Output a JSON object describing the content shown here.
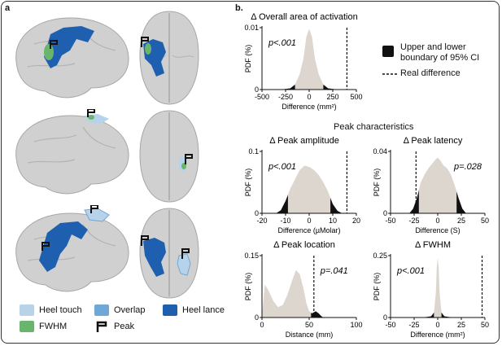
{
  "panels": {
    "a": "a",
    "b": "b."
  },
  "legend_a": {
    "heel_touch": "Heel touch",
    "overlap": "Overlap",
    "heel_lance": "Heel lance",
    "fwhm": "FWHM",
    "peak": "Peak",
    "colors": {
      "heel_touch": "#b7d3ea",
      "overlap": "#6fa8d6",
      "heel_lance": "#1f5fb0",
      "fwhm": "#69b56b",
      "peak": "#111111"
    }
  },
  "legend_b": {
    "ci": "Upper and lower boundary of 95% CI",
    "ci_line1": "Upper and lower",
    "ci_line2": "boundary of 95% CI",
    "real": "Real difference"
  },
  "section_title": "Peak characteristics",
  "chart_data": [
    {
      "type": "area",
      "title": "Δ Overall area of activation",
      "xlabel": "Difference (mm²)",
      "ylabel": "PDF (%)",
      "xlim": [
        -500,
        500
      ],
      "ylim": [
        0,
        0.01
      ],
      "xticks": [
        "-500",
        "-250",
        "0",
        "250",
        "500"
      ],
      "yticks": [
        "0",
        "0.01"
      ],
      "annotation": "p<.001",
      "real_difference": 400,
      "ci": [
        -150,
        150
      ],
      "density": [
        [
          -300,
          0
        ],
        [
          -200,
          0.0002
        ],
        [
          -150,
          0.0008
        ],
        [
          -100,
          0.0025
        ],
        [
          -60,
          0.005
        ],
        [
          -30,
          0.0085
        ],
        [
          0,
          0.0098
        ],
        [
          30,
          0.0085
        ],
        [
          60,
          0.005
        ],
        [
          100,
          0.0025
        ],
        [
          150,
          0.0008
        ],
        [
          200,
          0.0002
        ],
        [
          300,
          0
        ]
      ]
    },
    {
      "type": "area",
      "title": "Δ Peak amplitude",
      "xlabel": "Difference (µMolar)",
      "ylabel": "PDF (%)",
      "xlim": [
        -20,
        20
      ],
      "ylim": [
        0,
        0.1
      ],
      "xticks": [
        "-20",
        "-10",
        "0",
        "10",
        "20"
      ],
      "yticks": [
        "0",
        "0.1"
      ],
      "annotation": "p<.001",
      "real_difference": 16,
      "ci": [
        -9,
        9
      ],
      "density": [
        [
          -14,
          0
        ],
        [
          -12,
          0.005
        ],
        [
          -10,
          0.02
        ],
        [
          -8,
          0.04
        ],
        [
          -6,
          0.055
        ],
        [
          -4,
          0.07
        ],
        [
          -2,
          0.077
        ],
        [
          0,
          0.075
        ],
        [
          2,
          0.07
        ],
        [
          4,
          0.062
        ],
        [
          6,
          0.05
        ],
        [
          8,
          0.035
        ],
        [
          10,
          0.015
        ],
        [
          12,
          0.004
        ],
        [
          14,
          0
        ]
      ]
    },
    {
      "type": "area",
      "title": "Δ Peak latency",
      "xlabel": "Difference (S)",
      "ylabel": "PDF (%)",
      "xlim": [
        -50,
        50
      ],
      "ylim": [
        0,
        0.04
      ],
      "xticks": [
        "-50",
        "-25",
        "0",
        "25",
        "50"
      ],
      "yticks": [
        "0",
        "0.04"
      ],
      "annotation": "p=.028",
      "real_difference": -23,
      "ci": [
        -20,
        20
      ],
      "density": [
        [
          -30,
          0
        ],
        [
          -26,
          0.003
        ],
        [
          -22,
          0.01
        ],
        [
          -18,
          0.02
        ],
        [
          -14,
          0.025
        ],
        [
          -10,
          0.029
        ],
        [
          -6,
          0.032
        ],
        [
          -2,
          0.035
        ],
        [
          0,
          0.036
        ],
        [
          3,
          0.034
        ],
        [
          6,
          0.031
        ],
        [
          10,
          0.029
        ],
        [
          14,
          0.025
        ],
        [
          18,
          0.018
        ],
        [
          22,
          0.01
        ],
        [
          26,
          0.003
        ],
        [
          30,
          0
        ]
      ]
    },
    {
      "type": "area",
      "title": "Δ Peak location",
      "xlabel": "Distance (mm)",
      "ylabel": "PDF (%)",
      "xlim": [
        0,
        100
      ],
      "ylim": [
        0,
        0.15
      ],
      "xticks": [
        "0",
        "50",
        "100"
      ],
      "yticks": [
        "0",
        "0.15"
      ],
      "annotation": "p=.041",
      "real_difference": 55,
      "ci": [
        null,
        52
      ],
      "density": [
        [
          0,
          0.005
        ],
        [
          3,
          0.08
        ],
        [
          7,
          0.065
        ],
        [
          12,
          0.04
        ],
        [
          17,
          0.025
        ],
        [
          22,
          0.03
        ],
        [
          27,
          0.055
        ],
        [
          32,
          0.09
        ],
        [
          36,
          0.115
        ],
        [
          40,
          0.105
        ],
        [
          44,
          0.07
        ],
        [
          47,
          0.035
        ],
        [
          50,
          0.015
        ],
        [
          53,
          0.01
        ],
        [
          57,
          0.015
        ],
        [
          60,
          0.01
        ],
        [
          63,
          0.003
        ],
        [
          65,
          0
        ]
      ]
    },
    {
      "type": "area",
      "title": "Δ FWHM",
      "xlabel": "Difference (mm²)",
      "ylabel": "PDF (%)",
      "xlim": [
        -50,
        50
      ],
      "ylim": [
        0,
        0.25
      ],
      "xticks": [
        "-50",
        "-25",
        "0",
        "25",
        "50"
      ],
      "yticks": [
        "0",
        "0.25"
      ],
      "annotation": "p<.001",
      "real_difference": 47,
      "ci": [
        -4,
        4
      ],
      "density": [
        [
          -20,
          0
        ],
        [
          -12,
          0.002
        ],
        [
          -7,
          0.005
        ],
        [
          -4,
          0.02
        ],
        [
          -2,
          0.1
        ],
        [
          -1,
          0.2
        ],
        [
          0,
          0.24
        ],
        [
          1,
          0.2
        ],
        [
          2,
          0.1
        ],
        [
          4,
          0.02
        ],
        [
          7,
          0.005
        ],
        [
          12,
          0.002
        ],
        [
          20,
          0
        ]
      ]
    }
  ]
}
